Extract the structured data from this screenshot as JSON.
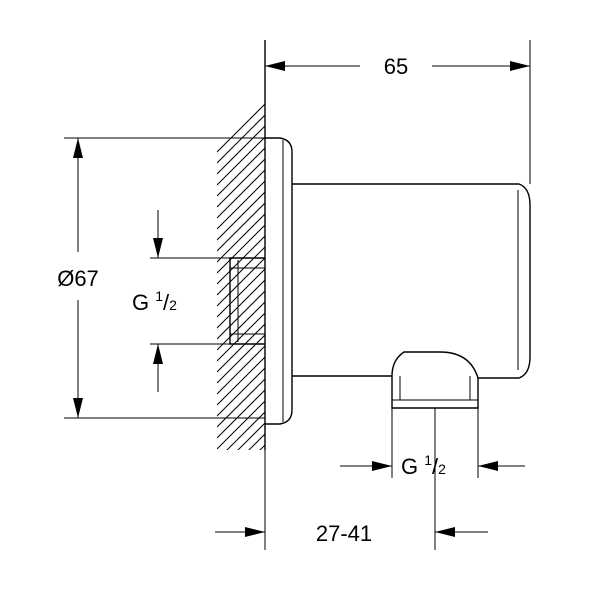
{
  "drawing": {
    "dimensions": {
      "overall_length": "65",
      "flange_diameter": "Ø67",
      "wall_thread": {
        "prefix": "G ",
        "num": "1",
        "slash": "/",
        "den": "2"
      },
      "outlet_thread": {
        "prefix": "G ",
        "num": "1",
        "slash": "/",
        "den": "2"
      },
      "projection_range": "27-41"
    }
  }
}
